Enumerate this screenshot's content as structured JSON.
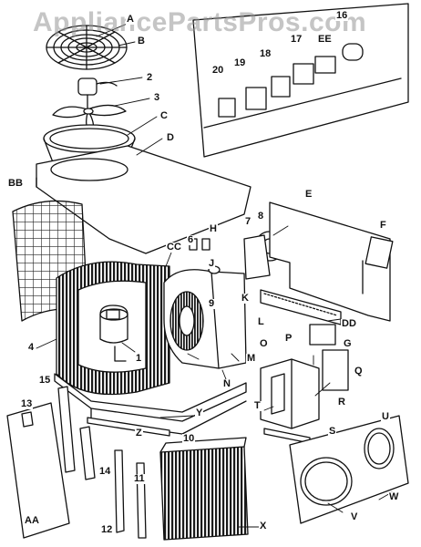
{
  "watermark": "AppliancePartsPros.com",
  "callouts": {
    "A": "A",
    "B": "B",
    "C": "C",
    "D": "D",
    "E": "E",
    "F": "F",
    "G": "G",
    "H": "H",
    "J": "J",
    "K": "K",
    "L": "L",
    "M": "M",
    "N": "N",
    "O": "O",
    "P": "P",
    "Q": "Q",
    "R": "R",
    "S": "S",
    "T": "T",
    "U": "U",
    "V": "V",
    "W": "W",
    "X": "X",
    "Y": "Y",
    "Z": "Z",
    "AA": "AA",
    "BB": "BB",
    "CC": "CC",
    "DD": "DD",
    "EE": "EE",
    "n1": "1",
    "n2": "2",
    "n3": "3",
    "n4": "4",
    "n6": "6",
    "n7": "7",
    "n8": "8",
    "n9": "9",
    "n10": "10",
    "n11": "11",
    "n12": "12",
    "n13": "13",
    "n14": "14",
    "n15": "15",
    "n16": "16",
    "n17": "17",
    "n18": "18",
    "n19": "19",
    "n20": "20"
  }
}
